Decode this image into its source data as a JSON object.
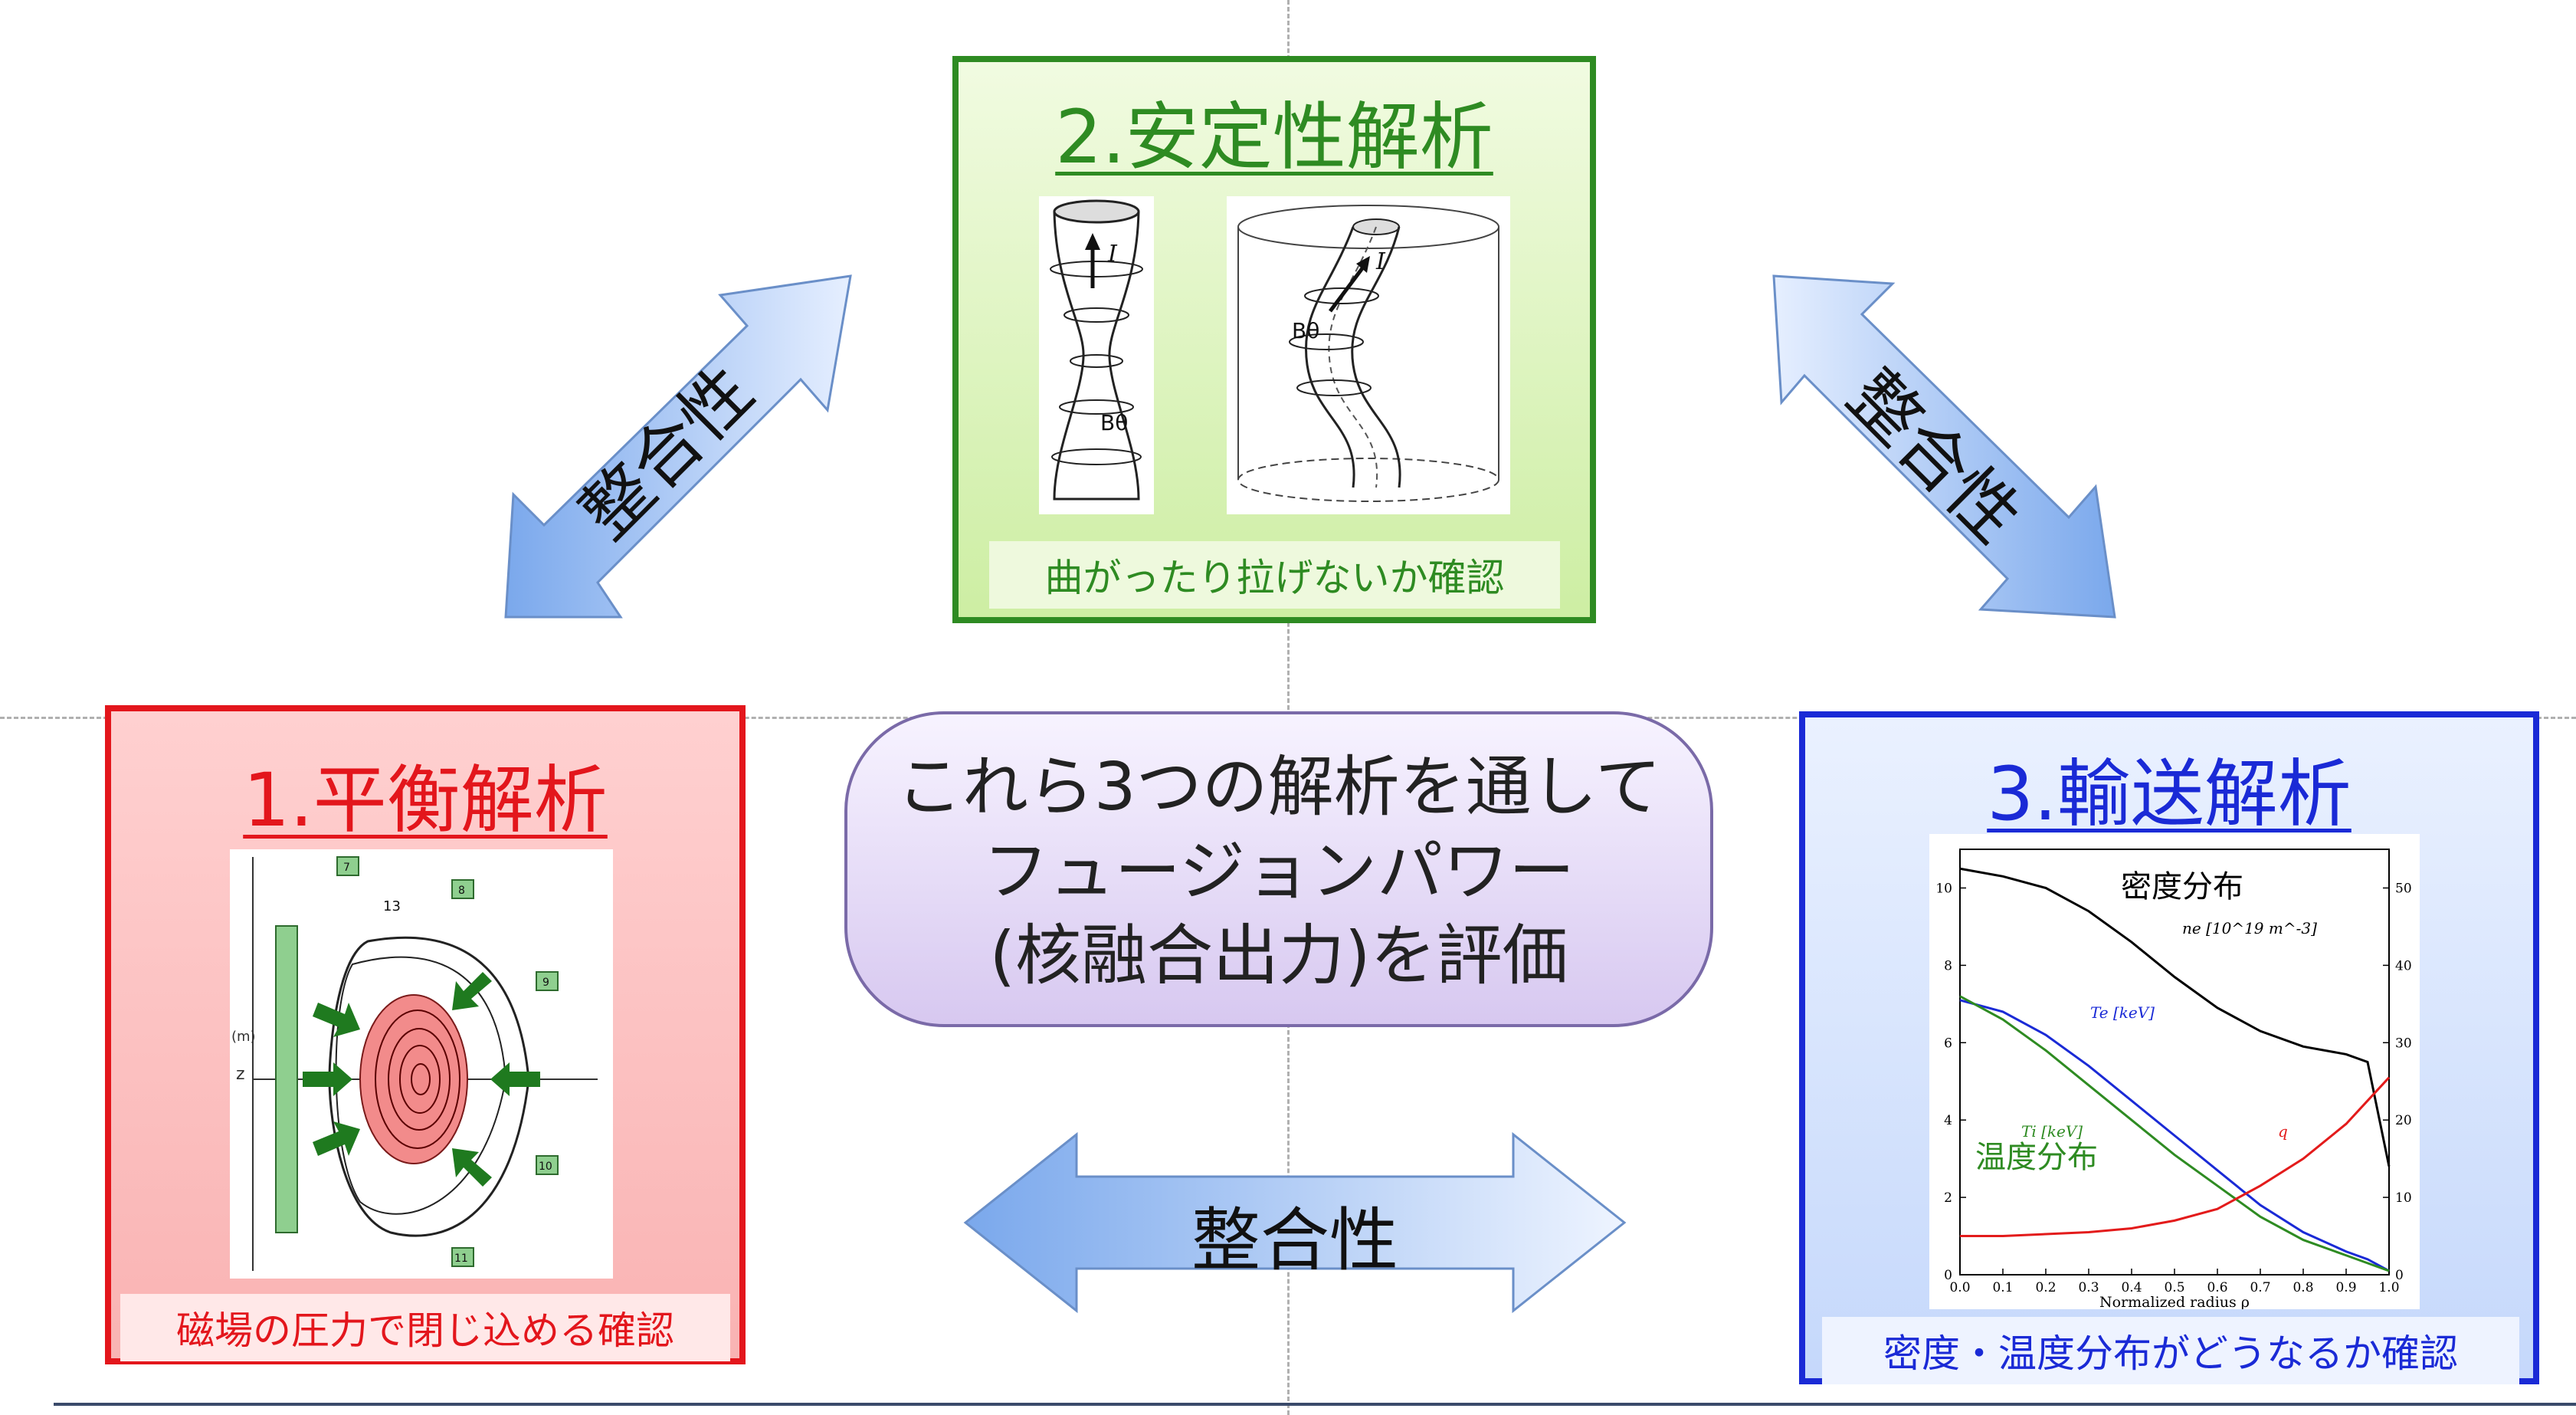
{
  "panels": {
    "equilibrium": {
      "title": "1.平衡解析",
      "caption": "磁場の圧力で閉じ込める確認",
      "figure_labels": [
        "13",
        "7",
        "8",
        "9",
        "10",
        "11",
        "z",
        "(m)"
      ],
      "border_color": "#e3161c"
    },
    "stability": {
      "title": "2.安定性解析",
      "caption": "曲がったり拉げないか確認",
      "figure_labels": [
        "I",
        "Bθ",
        "I",
        "Bθ"
      ],
      "border_color": "#2e8b22"
    },
    "transport": {
      "title": "3.輸送解析",
      "caption": "密度・温度分布がどうなるか確認",
      "border_color": "#1a2ad6"
    }
  },
  "center": {
    "lines": [
      "これら3つの解析を通して",
      "フュージョンパワー",
      "(核融合出力)を評価"
    ]
  },
  "arrows": {
    "left": "整合性",
    "right": "整合性",
    "bottom": "整合性"
  },
  "chart_data": {
    "type": "line",
    "xlabel": "Normalized radius ρ",
    "xlim": [
      0,
      1.0
    ],
    "ylim_left": [
      0,
      11
    ],
    "ylim_right": [
      0,
      55
    ],
    "x_ticks": [
      "0.0",
      "0.1",
      "0.2",
      "0.3",
      "0.4",
      "0.5",
      "0.6",
      "0.7",
      "0.8",
      "0.9",
      "1.0"
    ],
    "y_ticks_left": [
      "0",
      "2",
      "4",
      "6",
      "8",
      "10"
    ],
    "y_ticks_right": [
      "0",
      "10",
      "20",
      "30",
      "40",
      "50"
    ],
    "annotations": [
      "密度分布",
      "温度分布"
    ],
    "x": [
      0.0,
      0.1,
      0.2,
      0.3,
      0.4,
      0.5,
      0.6,
      0.7,
      0.8,
      0.9,
      0.95,
      1.0
    ],
    "series": [
      {
        "name": "ne [10^19 m^-3]",
        "color": "#000000",
        "values": [
          10.5,
          10.3,
          10.0,
          9.4,
          8.6,
          7.7,
          6.9,
          6.3,
          5.9,
          5.7,
          5.5,
          2.8
        ]
      },
      {
        "name": "Te [keV]",
        "color": "#1a2ad6",
        "values": [
          7.1,
          6.8,
          6.2,
          5.4,
          4.5,
          3.6,
          2.7,
          1.8,
          1.1,
          0.6,
          0.4,
          0.1
        ]
      },
      {
        "name": "Ti [keV]",
        "color": "#2e8b22",
        "values": [
          7.2,
          6.6,
          5.8,
          4.9,
          4.0,
          3.1,
          2.3,
          1.5,
          0.9,
          0.5,
          0.3,
          0.1
        ]
      },
      {
        "name": "q",
        "color": "#e31b1b",
        "values": [
          1.0,
          1.0,
          1.05,
          1.1,
          1.2,
          1.4,
          1.7,
          2.3,
          3.0,
          3.9,
          4.5,
          5.1
        ]
      }
    ]
  }
}
